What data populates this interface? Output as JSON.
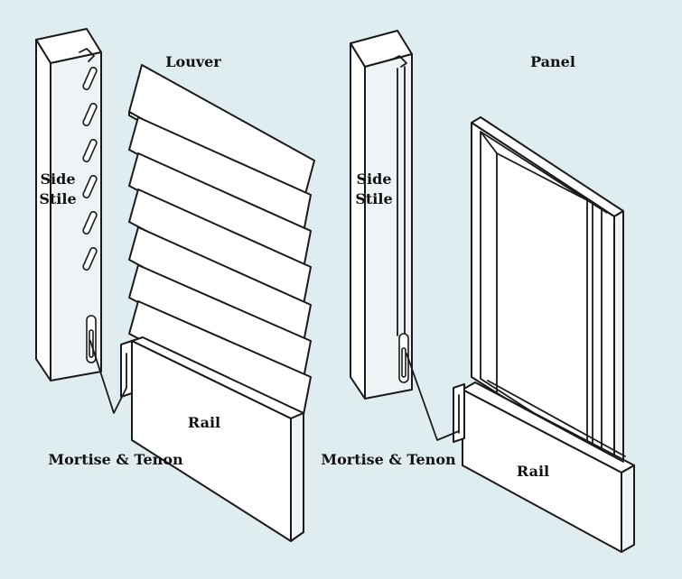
{
  "colors": {
    "background": "#dfedf1",
    "line": "#1a1a1a",
    "fill": "#ffffff"
  },
  "labels": {
    "louver": "Louver",
    "panel": "Panel",
    "left_side": "Side",
    "left_stile": "Stile",
    "right_side": "Side",
    "right_stile": "Stile",
    "left_rail": "Rail",
    "right_rail": "Rail",
    "left_joint": "Mortise & Tenon",
    "right_joint": "Mortise & Tenon"
  }
}
